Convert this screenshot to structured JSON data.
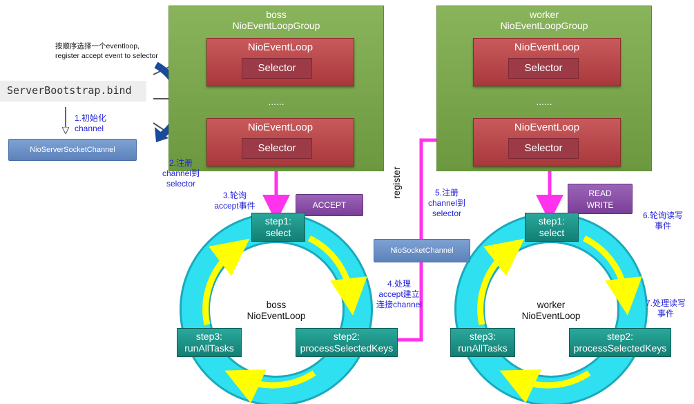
{
  "boss_group": {
    "title_line1": "boss",
    "title_line2": "NioEventLoopGroup",
    "loop1": "NioEventLoop",
    "selector1": "Selector",
    "dots": "......",
    "loop2": "NioEventLoop",
    "selector2": "Selector"
  },
  "worker_group": {
    "title_line1": "worker",
    "title_line2": "NioEventLoopGroup",
    "loop1": "NioEventLoop",
    "selector1": "Selector",
    "dots": "......",
    "loop2": "NioEventLoop",
    "selector2": "Selector"
  },
  "bootstrap": {
    "label": "ServerBootstrap.bind",
    "note_line1": "按顺序选择一个eventloop,",
    "note_line2": "register accept event to selector"
  },
  "server_channel": {
    "label": "NioServerSocketChannel",
    "init_line1": "1.初始化",
    "init_line2": "channel"
  },
  "annotations": {
    "register_line1": "2.注册",
    "register_line2": "channel到",
    "register_line3": "selector",
    "poll_line1": "3.轮询",
    "poll_line2": "accept事件",
    "process_line1": "4.处理",
    "process_line2": "accept建立",
    "process_line3": "连接channel",
    "register2_line1": "5.注册",
    "register2_line2": "channel到",
    "register2_line3": "selector",
    "poll_rw_line1": "6.轮询读写",
    "poll_rw_line2": "事件",
    "process_rw_line1": "7.处理读写",
    "process_rw_line2": "事件",
    "register_vertical": "register"
  },
  "boss_loop": {
    "center_line1": "boss",
    "center_line2": "NioEventLoop",
    "step1_line1": "step1:",
    "step1_line2": "select",
    "step2_line1": "step2:",
    "step2_line2": "processSelectedKeys",
    "step3_line1": "step3:",
    "step3_line2": "runAllTasks",
    "event": "ACCEPT"
  },
  "worker_loop": {
    "center_line1": "worker",
    "center_line2": "NioEventLoop",
    "step1_line1": "step1:",
    "step1_line2": "select",
    "step2_line1": "step2:",
    "step2_line2": "processSelectedKeys",
    "step3_line1": "step3:",
    "step3_line2": "runAllTasks",
    "event_line1": "READ",
    "event_line2": "WRITE"
  },
  "socket_channel": {
    "label": "NioSocketChannel"
  },
  "colors": {
    "group_green": "#7aa64b",
    "loop_red": "#b84648",
    "step_teal": "#1e9488",
    "ring_cyan": "#22d8ec",
    "flow_magenta": "#ff33ee",
    "annotation_blue": "#2222d8"
  }
}
